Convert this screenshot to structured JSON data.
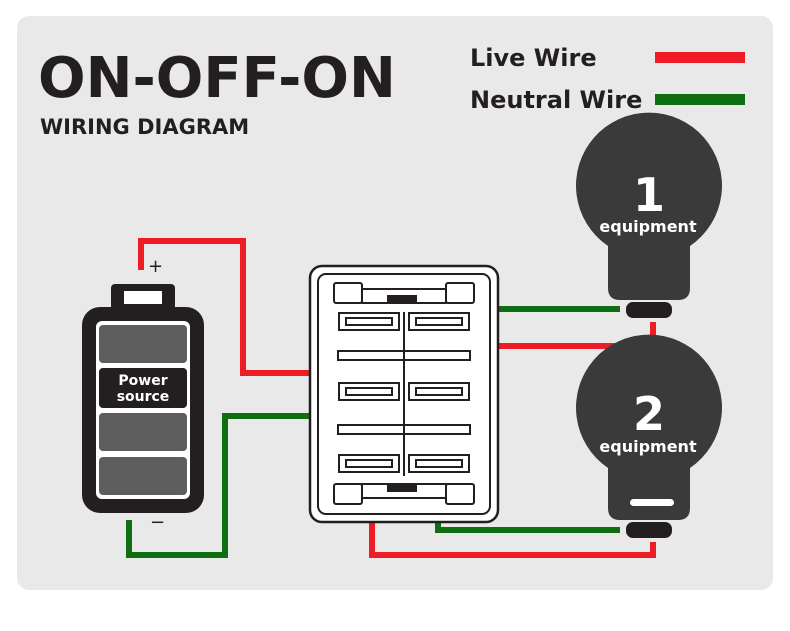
{
  "title": "ON-OFF-ON",
  "subtitle": "WIRING DIAGRAM",
  "legend": [
    {
      "label": "Live Wire",
      "color": "#ee1c24"
    },
    {
      "label": "Neutral Wire",
      "color": "#0f6d12"
    }
  ],
  "battery": {
    "line1": "Power",
    "line2": "source",
    "plus": "+",
    "minus": "−"
  },
  "bulbs": [
    {
      "number": "1",
      "label": "equipment"
    },
    {
      "number": "2",
      "label": "equipment"
    }
  ],
  "colors": {
    "live": "#ee1c24",
    "neutral": "#0f6d12",
    "dark": "#231f20",
    "panel": "#e9e9e9"
  }
}
